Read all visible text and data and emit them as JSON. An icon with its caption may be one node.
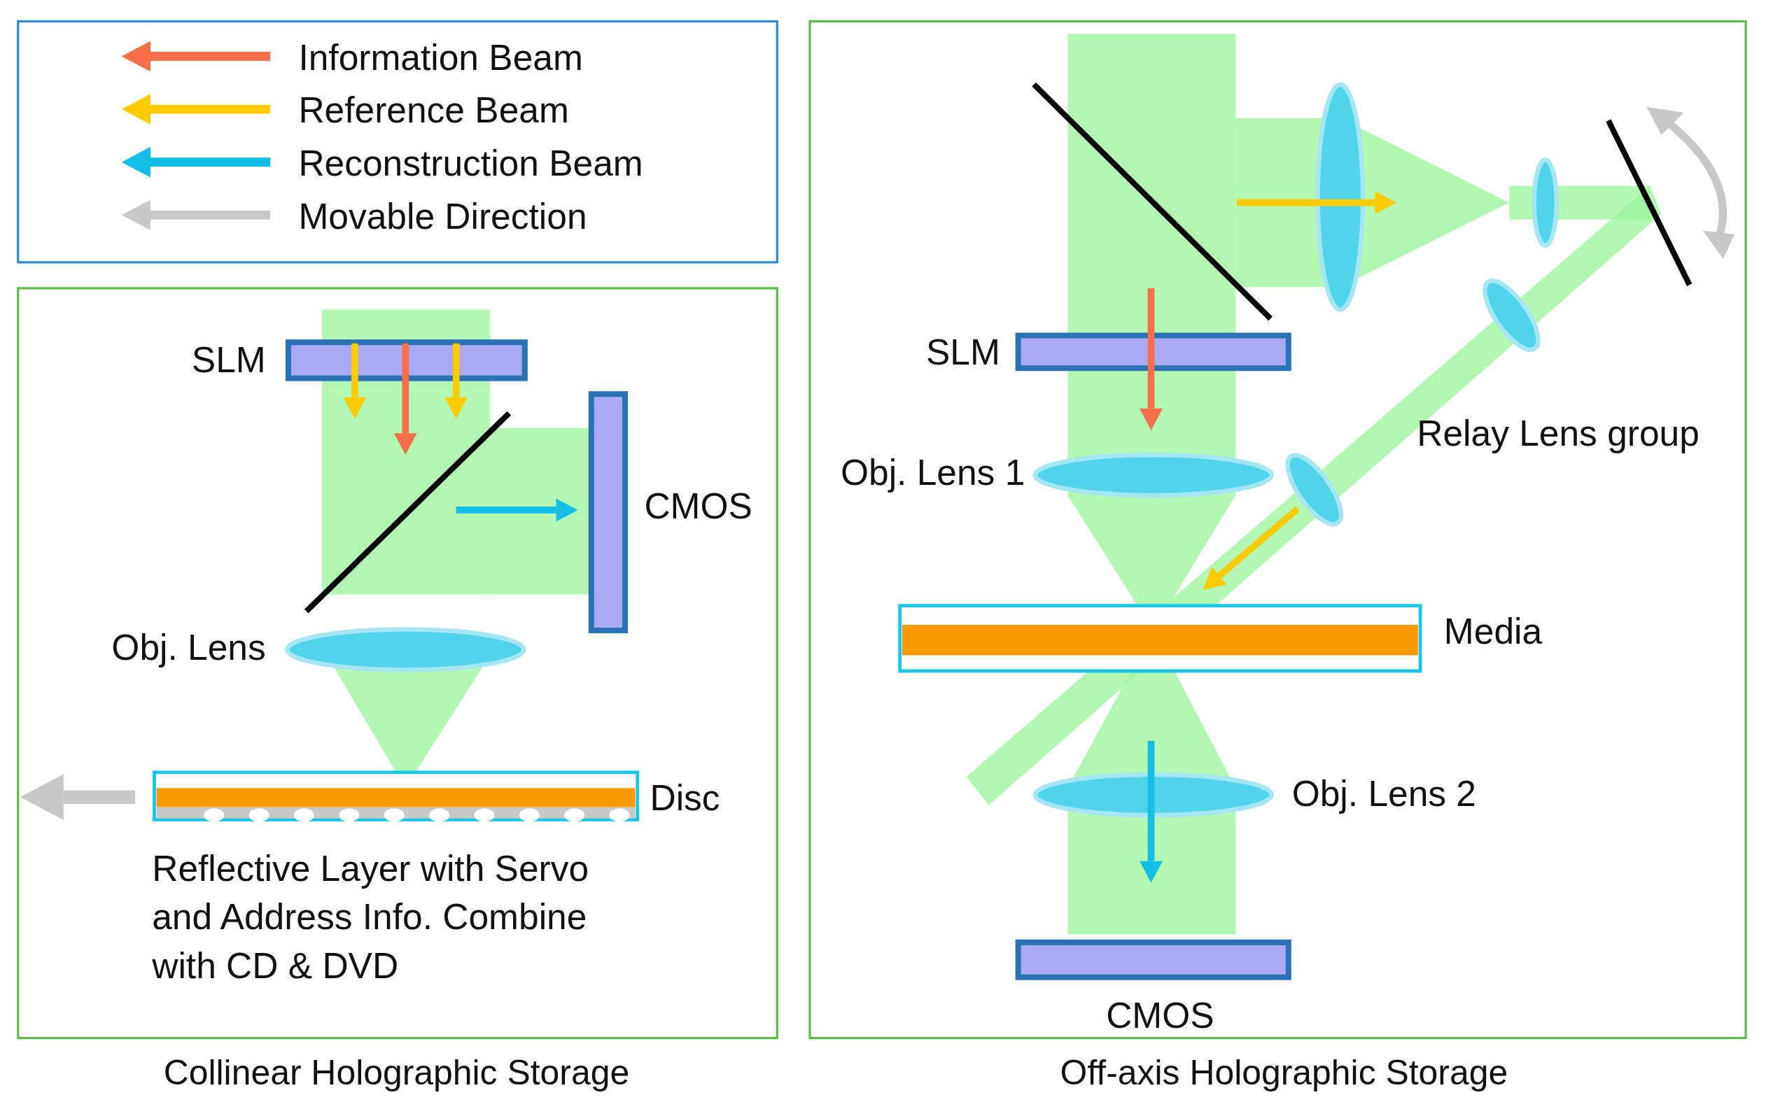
{
  "diagram": {
    "nodes": [
      {
        "text": [
          "Collinear Holographic Storage"
        ]
      },
      {
        "text": [
          "Off-axis Holographic Storage"
        ]
      }
    ],
    "edges": [],
    "labels": [
      "SLM",
      "CMOS",
      "Obj. Lens",
      "Disc",
      "Reflective Layer with Servo and Address Info. Combine with CD & DVD",
      "SLM",
      "Relay Lens group",
      "Obj. Lens 1",
      "Media",
      "Obj. Lens 2",
      "CMOS"
    ],
    "legend": [
      {
        "text": "Information Beam"
      },
      {
        "text": "Reference Beam"
      },
      {
        "text": "Reconstruction Beam"
      },
      {
        "text": "Movable Direction"
      }
    ]
  }
}
